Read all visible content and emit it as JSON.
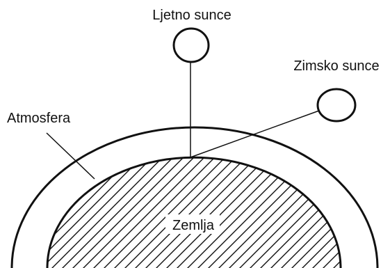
{
  "labels": {
    "summer_sun": "Ljetno sunce",
    "winter_sun": "Zimsko sunce",
    "atmosphere": "Atmosfera",
    "earth": "Zemlja"
  },
  "colors": {
    "stroke": "#111111",
    "background": "#ffffff"
  }
}
